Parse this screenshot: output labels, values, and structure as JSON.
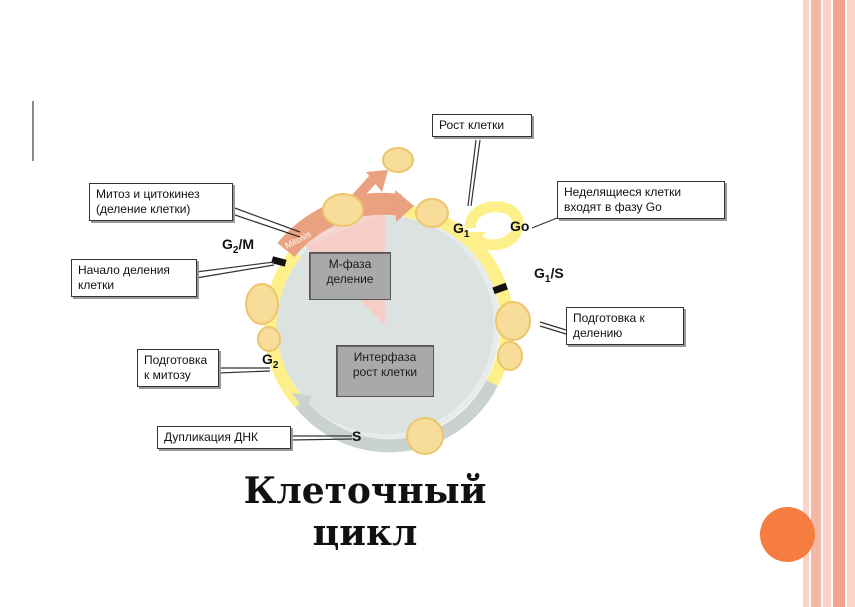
{
  "callouts": {
    "mitosis": [
      "Митоз и цитокинез",
      "(деление клетки)"
    ],
    "division_start": [
      "Начало деления",
      "клетки"
    ],
    "prep_mitosis": [
      "Подготовка",
      "к митозу"
    ],
    "dna_dup": "Дупликация ДНК",
    "growth": "Рост клетки",
    "nondividing": [
      "Неделящиеся клетки",
      "входят в фазу Go"
    ],
    "prep_division": [
      "Подготовка к",
      "делению"
    ]
  },
  "phase_boxes": {
    "m_phase": [
      "М-фаза",
      "деление"
    ],
    "interphase": [
      "Интерфаза",
      "рост клетки"
    ]
  },
  "phase_labels": {
    "g2m_main": "G",
    "g2m_sub": "2",
    "g2m_tail": "/M",
    "g1_main": "G",
    "g1_sub": "1",
    "go": "Go",
    "g1s_main": "G",
    "g1s_sub": "1",
    "g1s_tail": "/S",
    "g2_main": "G",
    "g2_sub": "2",
    "s": "S"
  },
  "arc_label": "Mitosis",
  "title": "Клеточный цикл",
  "colors": {
    "stripe_light": "#fbd3c7",
    "stripe_mid": "#f2a48e",
    "accent_circle": "#f47d3f",
    "arc_yellow": "#fdf08a",
    "arc_gray": "#c9d2cf",
    "inner_circle": "#dce2e0",
    "cell": "#f7dc9a",
    "mitosis_arc": "#e9a17f"
  }
}
